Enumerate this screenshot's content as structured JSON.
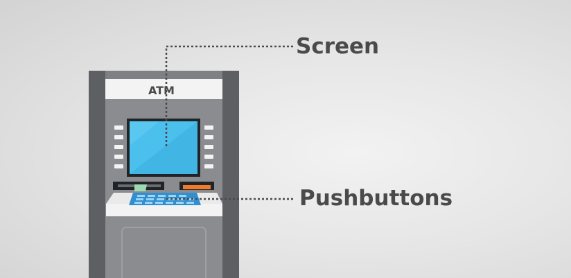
{
  "atm": {
    "sign_label": "ATM",
    "colors": {
      "body": "#7f8083",
      "side_panel": "#5a5b5e",
      "face": "#8a8b8e",
      "sign_panel": "#f3f3f3",
      "screen": "#4cc0ec",
      "screen_border": "#1f2428",
      "card_slot_accent": "#f07b2a",
      "receipt_paper": "#9fd8b4",
      "keypad": "#2f8fd1"
    }
  },
  "labels": {
    "screen": "Screen",
    "pushbuttons": "Pushbuttons"
  },
  "colors": {
    "label_text": "#4a4a4a",
    "leader_line": "#4a4a4a"
  }
}
